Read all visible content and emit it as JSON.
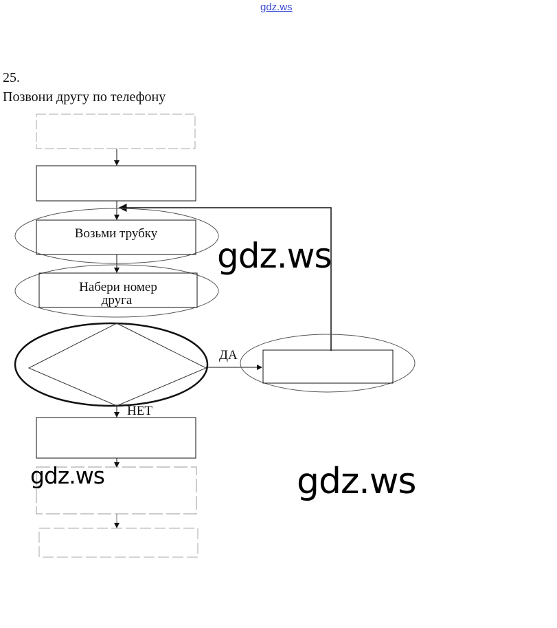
{
  "header_link": "gdz.ws",
  "task": {
    "number": "25.",
    "title": "Позвони другу по телефону"
  },
  "diagram": {
    "step_take_receiver": "Возьми трубку",
    "step_dial_line1": "Набери номер",
    "step_dial_line2": "друга",
    "branch_yes": "ДА",
    "branch_no": "НЕТ"
  },
  "watermarks": [
    "gdz.ws",
    "gdz.ws",
    "gdz.ws"
  ]
}
